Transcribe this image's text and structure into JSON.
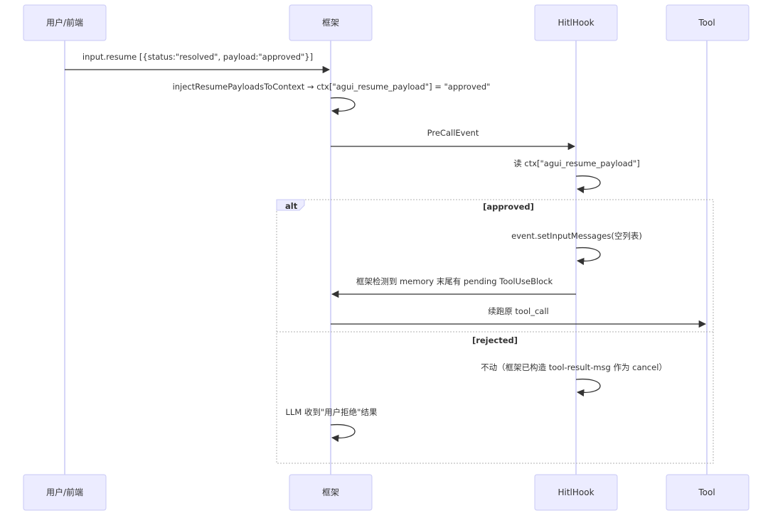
{
  "participants": [
    "用户/前端",
    "框架",
    "HitlHook",
    "Tool"
  ],
  "messages": [
    "input.resume [{status:\"resolved\", payload:\"approved\"}]",
    "injectResumePayloadsToContext → ctx[\"agui_resume_payload\"] = \"approved\"",
    "PreCallEvent",
    "读 ctx[\"agui_resume_payload\"]",
    "event.setInputMessages(空列表)",
    "框架检测到 memory 末尾有 pending ToolUseBlock",
    "续跑原 tool_call",
    "不动（框架已构造 tool-result-msg 作为 cancel）",
    "LLM 收到\"用户拒绝\"结果"
  ],
  "alt": {
    "label": "alt",
    "conditions": [
      "[approved]",
      "[rejected]"
    ]
  },
  "colors": {
    "participant_fill": "#ececff",
    "participant_border": "#c9c9f5",
    "line": "#333333"
  }
}
